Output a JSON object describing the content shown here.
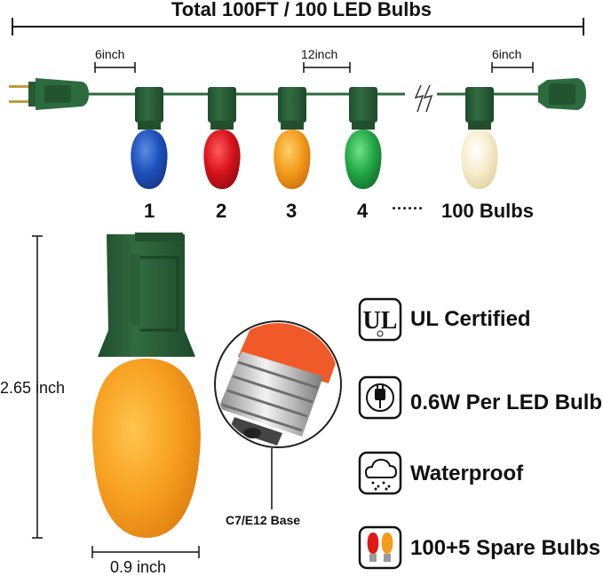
{
  "title": "Total 100FT / 100 LED Bulbs",
  "spacing": {
    "left": "6inch",
    "middle": "12inch",
    "right": "6inch"
  },
  "bulb_numbers": [
    "1",
    "2",
    "3",
    "4"
  ],
  "ellipsis": "······",
  "total_bulbs": "100 Bulbs",
  "bulb_colors": [
    "#1d4fbd",
    "#d8121b",
    "#f39b1b",
    "#23a845",
    "#f6eccb"
  ],
  "wire_color": "#2c6b3e",
  "measurements": {
    "height": "2.65 inch",
    "width": "0.9 inch"
  },
  "base_label": "C7/E12 Base",
  "features": [
    {
      "icon": "ul-icon",
      "label": "UL Certified"
    },
    {
      "icon": "plug-icon",
      "label": "0.6W Per LED Bulb"
    },
    {
      "icon": "rain-cloud-icon",
      "label": "Waterproof"
    },
    {
      "icon": "spare-bulbs-icon",
      "label": "100+5 Spare Bulbs"
    }
  ]
}
